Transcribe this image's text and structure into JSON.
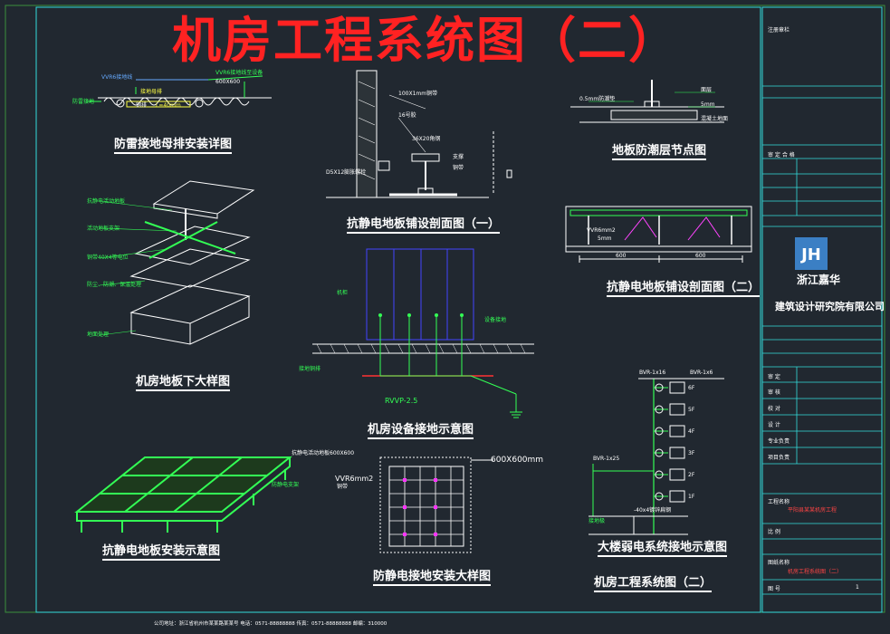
{
  "title": "机房工程系统图（二）",
  "drawings": {
    "grounding_busbar": {
      "caption": "防雷接地母排安装详图",
      "labels": [
        "VVR6接地线",
        "VVR6接地线至设备",
        "600X600",
        "接地母排",
        "铜排",
        "防雷接地",
        "L=40mm"
      ]
    },
    "floor_section_1": {
      "caption": "抗静电地板铺设剖面图（一）",
      "labels": [
        "100X1mm铜带",
        "16号胶",
        "36X20角钢",
        "支撑",
        "铜带",
        "D5X12膨胀螺栓"
      ]
    },
    "floor_layers": {
      "caption": "地板防潮层节点图",
      "labels": [
        "0.5mm防潮垫",
        "5mm",
        "面层",
        "混凝土地面"
      ]
    },
    "floor_section_2": {
      "caption": "抗静电地板铺设剖面图（二）",
      "labels": [
        "VVR6mm2",
        "5mm",
        "600",
        "600"
      ]
    },
    "exploded_view": {
      "caption": "机房地板下大样图",
      "labels": [
        "抗静电活动地板",
        "活动地板支架",
        "铜带40X4等电位",
        "防尘、防潮、保温处理",
        "地面处理"
      ]
    },
    "equipment_grounding": {
      "caption": "机房设备接地示意图",
      "labels": [
        "机柜",
        "接地铜排",
        "设备接地",
        "RVVP-2.5"
      ]
    },
    "floor_install": {
      "caption": "抗静电地板安装示意图",
      "labels": [
        "抗静电活动地板600X600",
        "防静电支架"
      ]
    },
    "grid_install": {
      "caption": "防静电接地安装大样图",
      "labels": [
        "600X600mm",
        "VVR6mm2",
        "铜带"
      ]
    },
    "weak_system": {
      "caption": "大楼弱电系统接地示意图",
      "labels": [
        "BVR-1x16",
        "BVR-1x6",
        "BVR-1x25",
        "-40x4镀锌扁钢",
        "接地极"
      ],
      "floors": [
        "6F",
        "5F",
        "4F",
        "3F",
        "2F",
        "1F"
      ]
    },
    "sheet_name": "机房工程系统图（二）"
  },
  "title_block": {
    "header": "注册章栏",
    "review": "审 定 合 格",
    "company_line1": "浙江嘉华",
    "company_line2": "建筑设计研究院有限公司",
    "rows": [
      "审 定",
      "审 核",
      "校 对",
      "设 计",
      "专业负责",
      "项目负责"
    ],
    "project_label": "工程名称",
    "project_name": "平阳县某某机房工程",
    "sheet_label": "图纸名称",
    "sheet_value": "机房工程系统图（二）",
    "scale_label": "比 例",
    "number_label": "图 号",
    "page_no": "1"
  },
  "footer": "公司地址：浙江省杭州市某某路某某号    电话：0571-88888888    传真：0571-88888888    邮编：310000"
}
